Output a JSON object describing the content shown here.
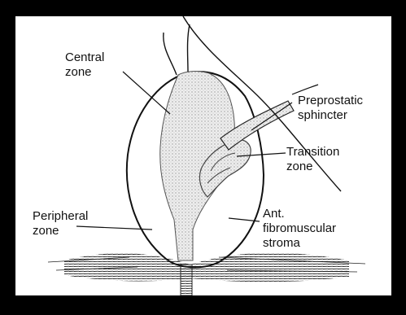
{
  "labels": {
    "central_zone": [
      "Central",
      "zone"
    ],
    "preprostatic_sphincter": [
      "Preprostatic",
      "sphincter"
    ],
    "transition_zone": [
      "Transition",
      "zone"
    ],
    "peripheral_zone": [
      "Peripheral",
      "zone"
    ],
    "ant_fibromuscular_stroma": [
      "Ant.",
      "fibromuscular",
      "stroma"
    ]
  },
  "colors": {
    "background": "#000000",
    "panel": "#ffffff",
    "ink": "#111111",
    "stipple": "#bdbdbd"
  }
}
